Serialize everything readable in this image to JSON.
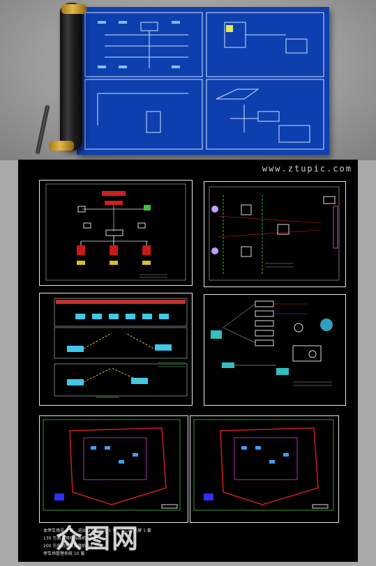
{
  "watermark": "www.ztupic.com",
  "logo_text": "众图网",
  "notes": [
    "本停车场设 2 套，进出口车牌识别 1 套，入口显示屏 1 套",
    "130 万高清网络摄像机    40 台",
    "200 万高清网络摄像机    54 台",
    "停车场管理系统  10 套"
  ]
}
